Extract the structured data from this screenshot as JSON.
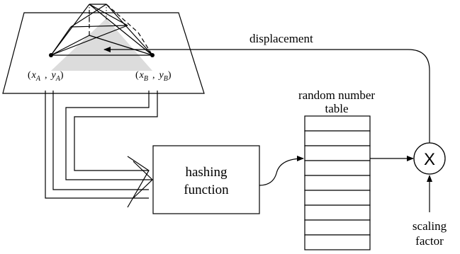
{
  "labels": {
    "displacement": "displacement",
    "random_number": "random number",
    "table": "table",
    "hashing": "hashing",
    "function": "function",
    "multiply": "X",
    "scaling": "scaling",
    "factor": "factor"
  },
  "coords": {
    "a_open": "(",
    "a_x": "x",
    "a_x_sub": "A",
    "a_comma": ",",
    "a_y": "y",
    "a_y_sub": "A",
    "a_close": ")",
    "b_open": "(",
    "b_x": "x",
    "b_x_sub": "B",
    "b_comma": ",",
    "b_y": "y",
    "b_y_sub": "B",
    "b_close": ")"
  },
  "random_table_rows": 9
}
